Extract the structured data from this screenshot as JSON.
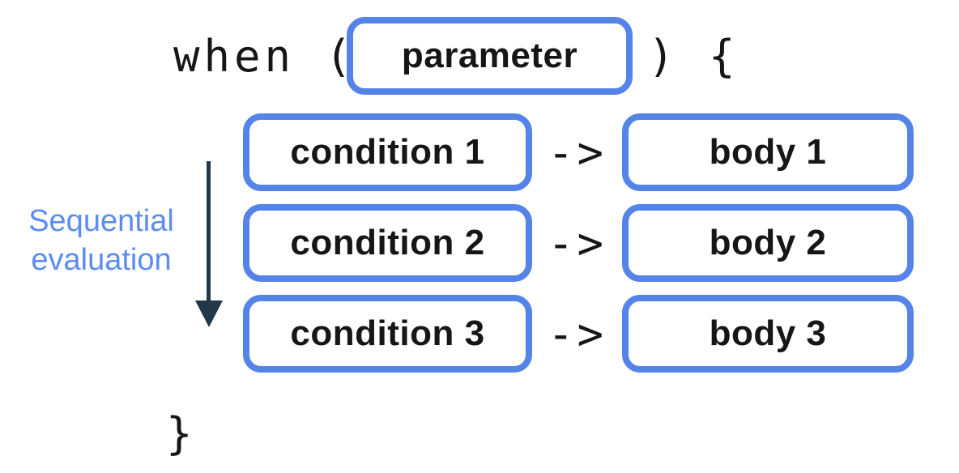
{
  "diagram": {
    "keyword_open": "when (",
    "keyword_close": ") {",
    "closing_brace": "}",
    "parameter_label": "parameter",
    "arrow_operator": "->",
    "rows": [
      {
        "condition": "condition 1",
        "body": "body 1"
      },
      {
        "condition": "condition 2",
        "body": "body 2"
      },
      {
        "condition": "condition 3",
        "body": "body 3"
      }
    ],
    "side_label_line1": "Sequential",
    "side_label_line2": "evaluation",
    "colors": {
      "box_border": "#5584e8",
      "label_blue": "#5c8cf0",
      "arrow_dark": "#20384a",
      "text_black": "#161616",
      "background": "#ffffff"
    }
  }
}
